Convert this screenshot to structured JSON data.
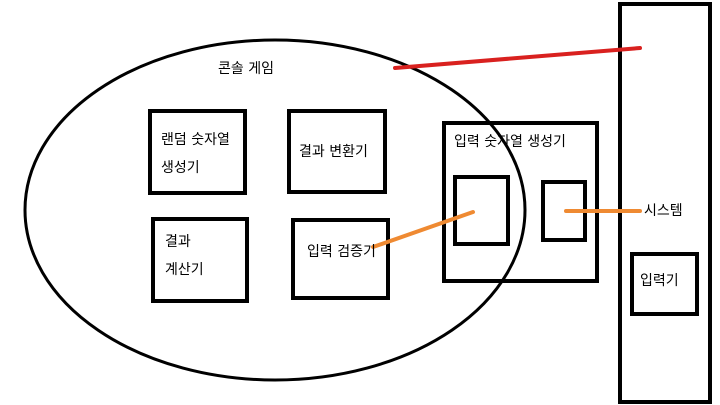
{
  "diagram": {
    "console_game": {
      "label": "콘솔 게임"
    },
    "random_digits_generator": {
      "line1": "랜덤 숫자열",
      "line2": "생성기"
    },
    "result_converter": {
      "label": "결과 변환기"
    },
    "result_calculator": {
      "line1": "결과",
      "line2": "계산기"
    },
    "input_validator": {
      "label": "입력 검증기"
    },
    "input_digits_generator": {
      "label": "입력 숫자열 생성기"
    },
    "system": {
      "label": "시스템"
    },
    "input_device": {
      "label": "입력기"
    }
  },
  "colors": {
    "stroke": "#000000",
    "red_link": "#d9211f",
    "orange_link": "#ef8a32",
    "background": "#ffffff"
  }
}
